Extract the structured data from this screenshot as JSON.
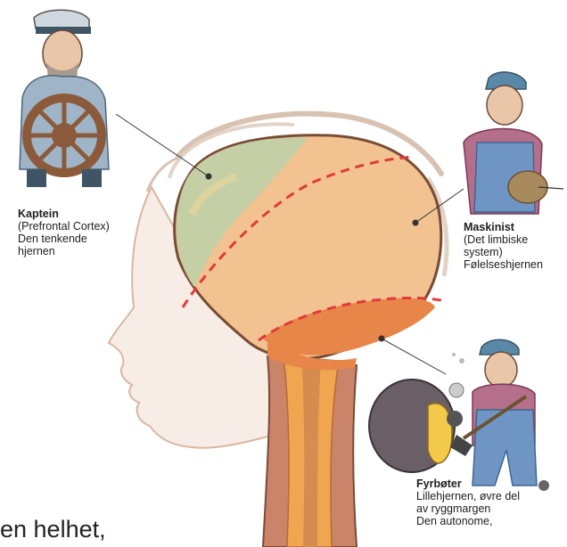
{
  "labels": {
    "kaptein": {
      "title": "Kaptein",
      "lines": [
        "(Prefrontal Cortex)",
        "Den tenkende",
        "hjernen"
      ]
    },
    "maskinist": {
      "title": "Maskinist",
      "lines": [
        "(Det limbiske",
        "system)",
        "Følelseshjernen"
      ]
    },
    "fyrboter": {
      "title": "Fyrbøter",
      "lines": [
        "Lillehjernen, øvre del",
        "av ryggmargen",
        "Den autonome,"
      ]
    }
  },
  "bottom_text": "en helhet,",
  "colors": {
    "prefrontal": "#c5cfa6",
    "limbic": "#f2c290",
    "brainstem": "#e8864a",
    "skin": "#f7ede6",
    "outline": "#7a4b35",
    "dashed": "#e23a3a"
  }
}
